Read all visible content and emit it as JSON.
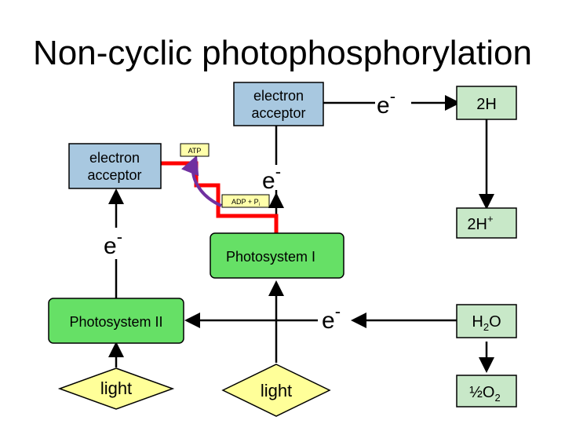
{
  "title": "Non-cyclic photophosphorylation",
  "colors": {
    "acceptor_fill": "#a8c8e0",
    "photosystem_fill": "#66e066",
    "light_fill": "#ffff99",
    "right_box_fill": "#c8e8c8",
    "atp_fill": "#ffffaa",
    "red_path": "#ff0000",
    "purple_arc": "#7030a0"
  },
  "electron_acceptor_top": {
    "line1": "electron",
    "line2": "acceptor"
  },
  "electron_acceptor_left": {
    "line1": "electron",
    "line2": "acceptor"
  },
  "electron_label": {
    "base": "e",
    "sup": "-"
  },
  "atp_label": "ATP",
  "adp_label": {
    "main": "ADP + P",
    "sub": "i"
  },
  "photosystem_1": "Photosystem I",
  "photosystem_2": "Photosystem II",
  "light_label": "light",
  "two_h": "2H",
  "two_h_plus": {
    "base": "2H",
    "sup": "+"
  },
  "water": {
    "h": "H",
    "sub": "2",
    "o": "O"
  },
  "half_oxygen": {
    "main": "½O",
    "sub": "2"
  }
}
